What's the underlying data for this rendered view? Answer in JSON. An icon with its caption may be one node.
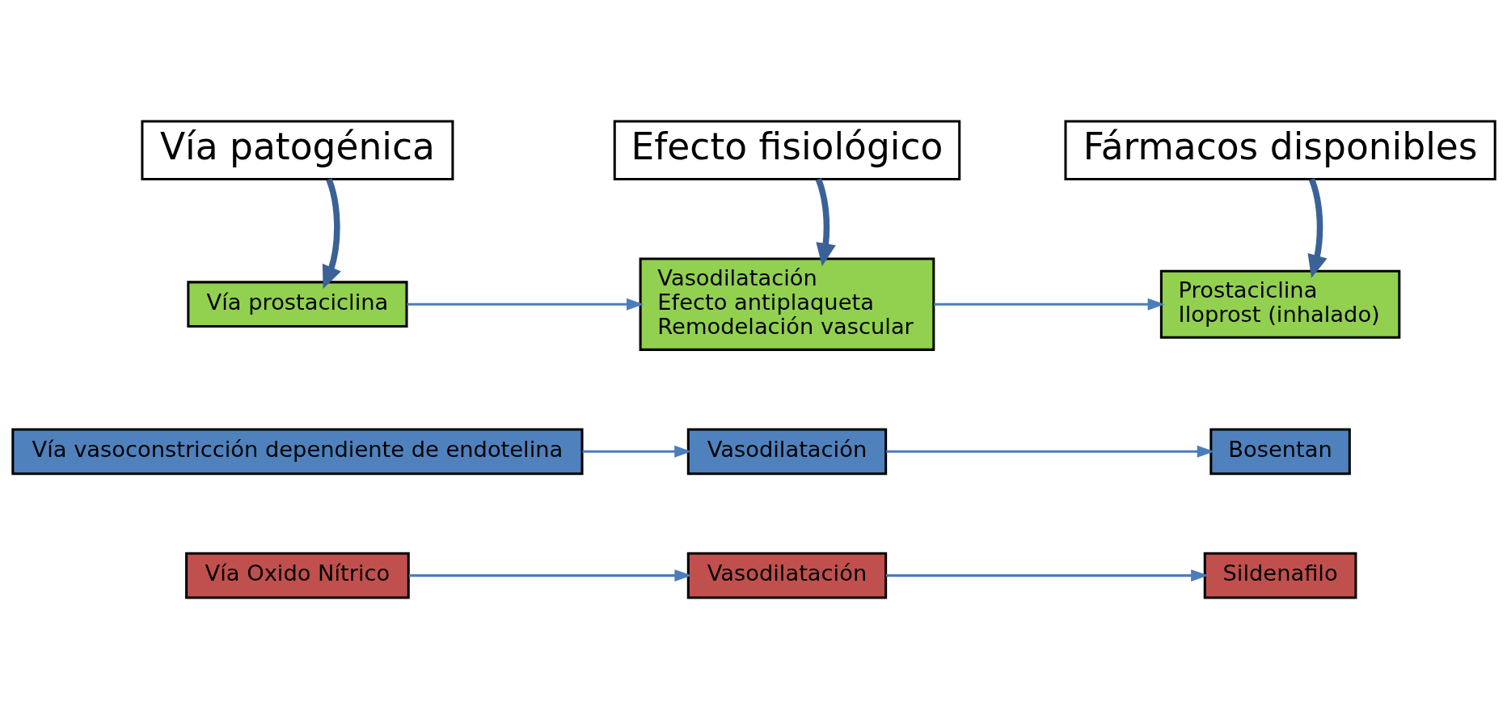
{
  "diagram": {
    "nodes": [
      {
        "text": [
          "Vía patogénica"
        ]
      },
      {
        "text": [
          "Efecto fisiológico"
        ]
      },
      {
        "text": [
          "Fármacos disponibles"
        ]
      },
      {
        "text": [
          "Vía prostaciclina"
        ]
      },
      {
        "text": [
          "Vasodilatación",
          "Efecto antiplaqueta",
          "Remodelación vascular"
        ]
      },
      {
        "text": [
          "Prostaciclina",
          "Iloprost (inhalado)"
        ]
      },
      {
        "text": [
          "Vía vasoconstricción dependiente de endotelina"
        ]
      },
      {
        "text": [
          "Vasodilatación"
        ]
      },
      {
        "text": [
          "Bosentan"
        ]
      },
      {
        "text": [
          "Vía Oxido Nítrico"
        ]
      },
      {
        "text": [
          "Vasodilatación"
        ]
      },
      {
        "text": [
          "Sildenafilo"
        ]
      }
    ],
    "edges": [
      {
        "from": 0,
        "to": 3,
        "arrow": "to",
        "style": "thick",
        "color": "#3b6296"
      },
      {
        "from": 1,
        "to": 4,
        "arrow": "to",
        "style": "thick",
        "color": "#3b6296"
      },
      {
        "from": 2,
        "to": 5,
        "arrow": "to",
        "style": "thick",
        "color": "#3b6296"
      },
      {
        "from": 3,
        "to": 4,
        "arrow": "to"
      },
      {
        "from": 4,
        "to": 5,
        "arrow": "to"
      },
      {
        "from": 6,
        "to": 7,
        "arrow": "to"
      },
      {
        "from": 7,
        "to": 8,
        "arrow": "to"
      },
      {
        "from": 9,
        "to": 10,
        "arrow": "to"
      },
      {
        "from": 10,
        "to": 11,
        "arrow": "to"
      }
    ]
  }
}
